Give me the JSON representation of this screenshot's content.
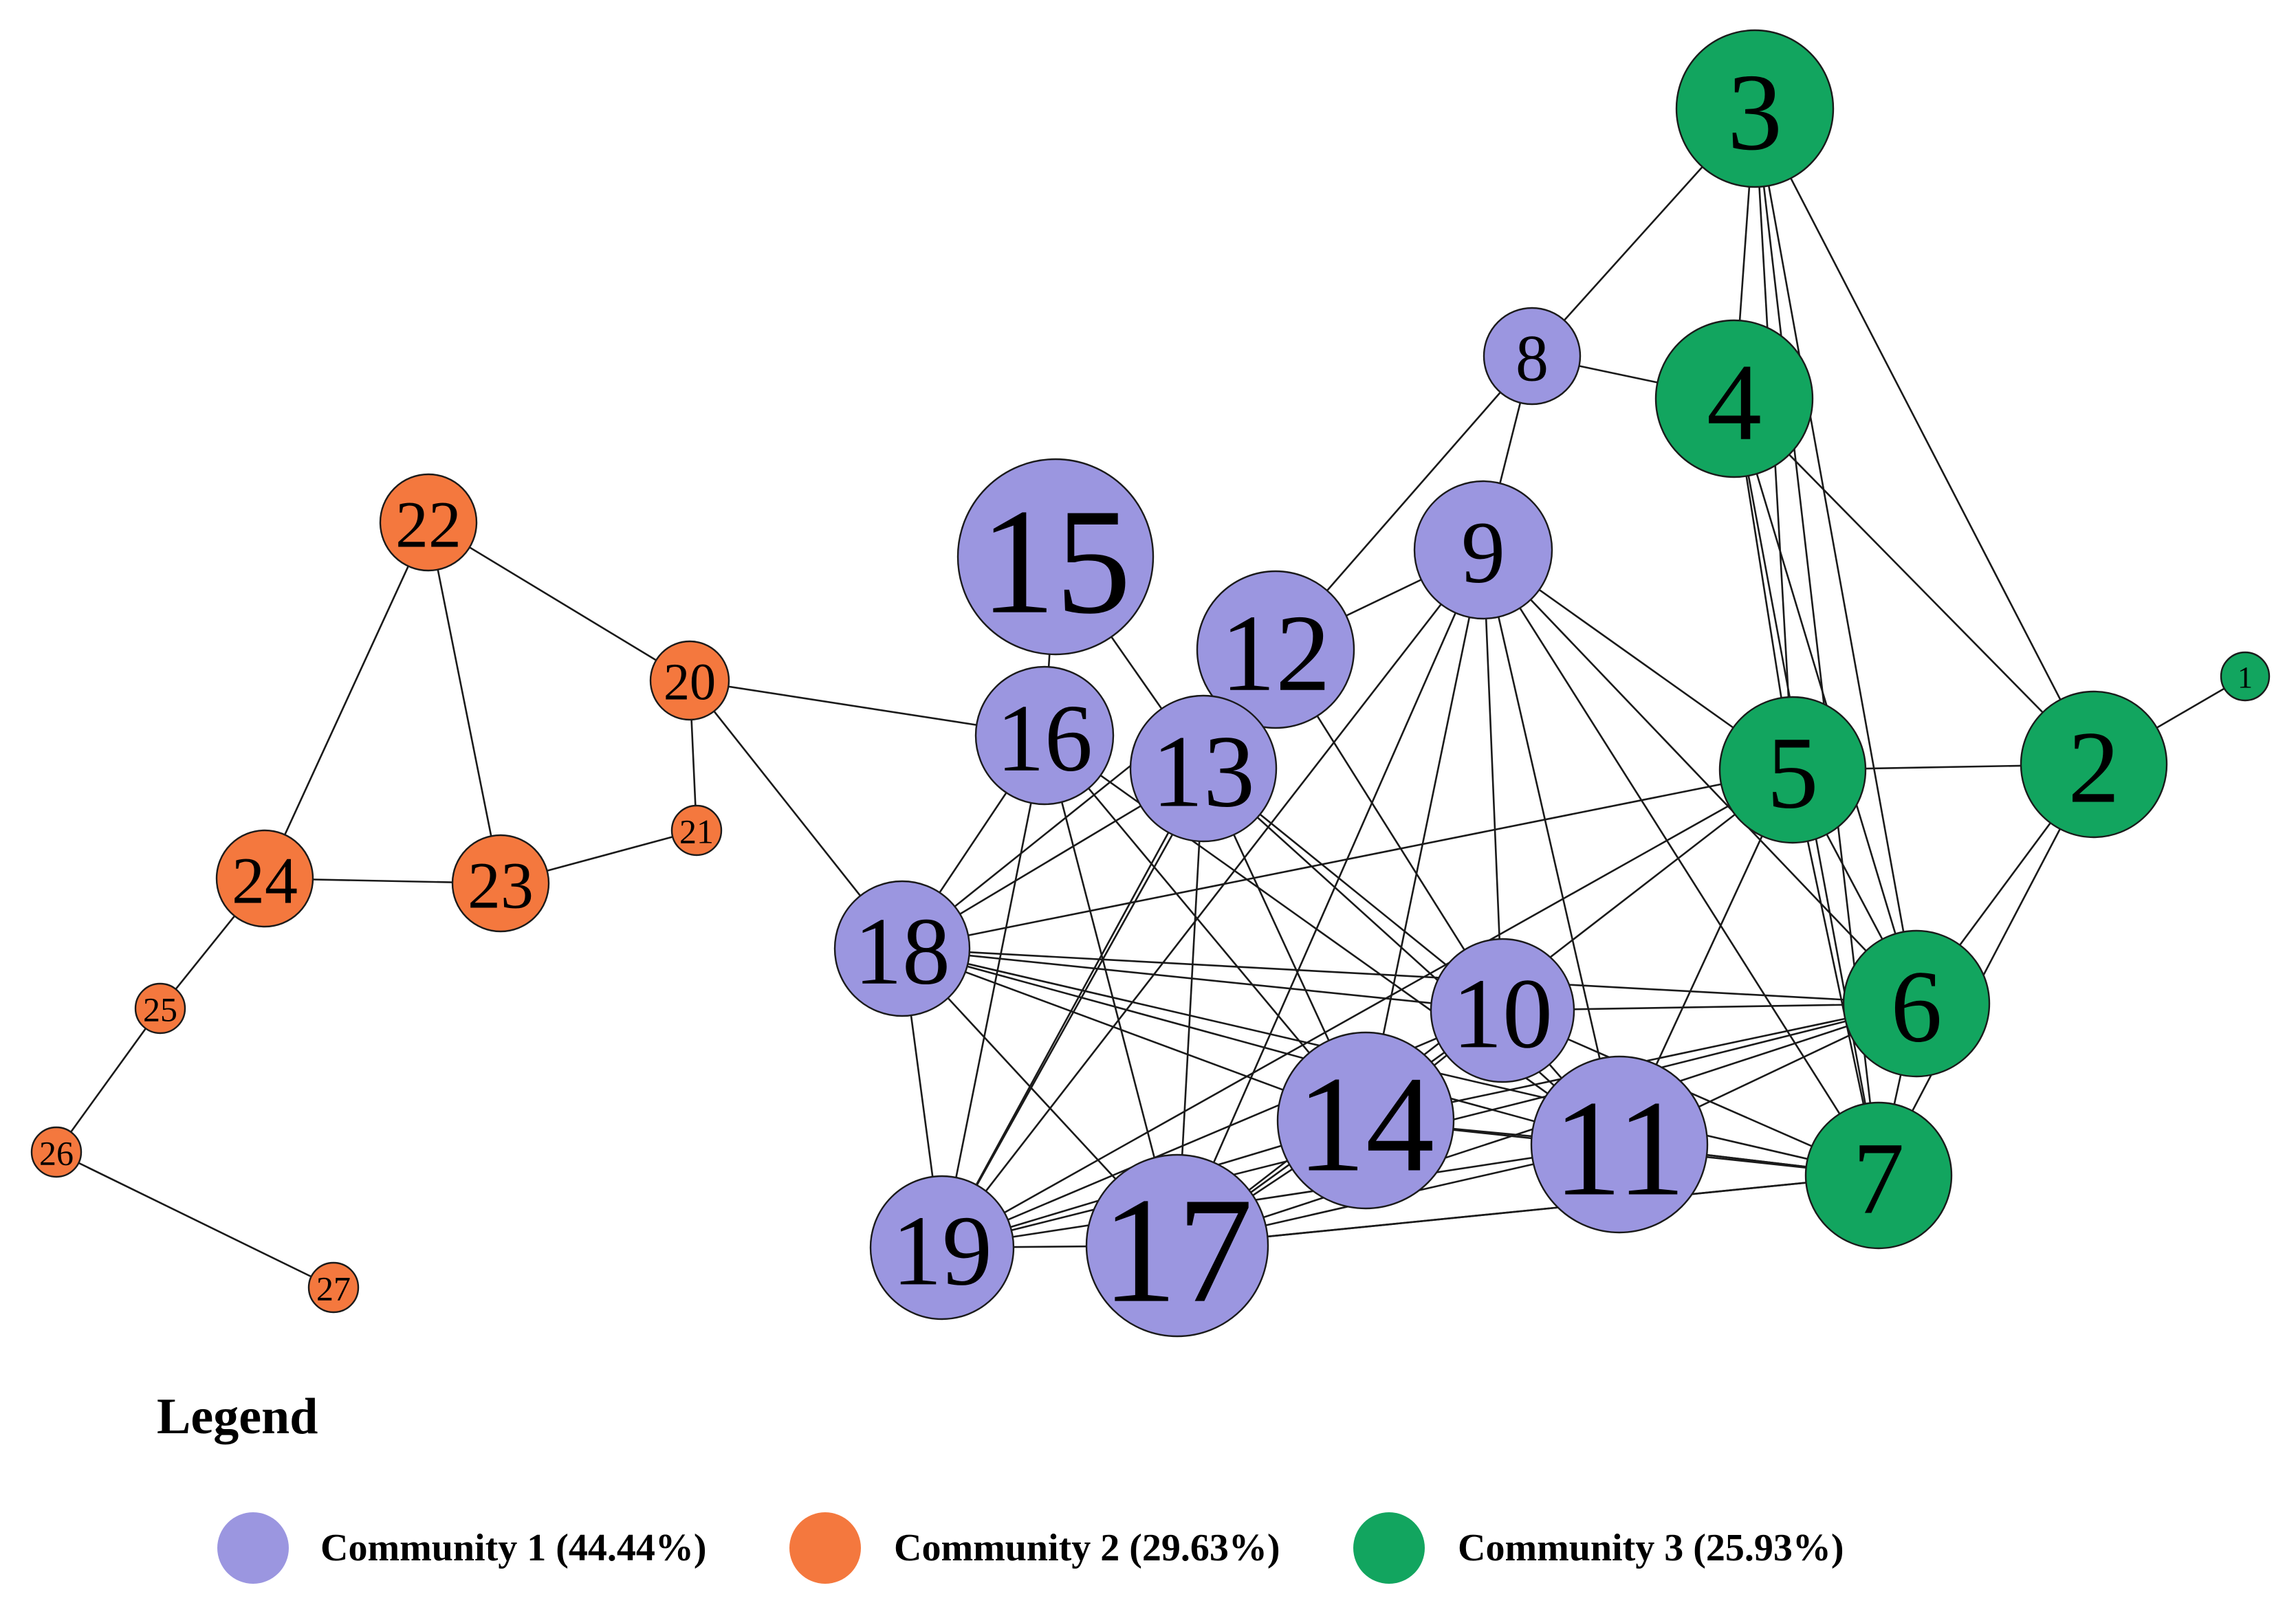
{
  "communities": [
    {
      "id": 1,
      "label": "Community 1 (44.44%)",
      "color": "#9b96e0"
    },
    {
      "id": 2,
      "label": "Community 2 (29.63%)",
      "color": "#f4783e"
    },
    {
      "id": 3,
      "label": "Community 3 (25.93%)",
      "color": "#12a55f"
    }
  ],
  "legend": {
    "title": "Legend"
  },
  "nodes": [
    {
      "id": "1",
      "community": 3
    },
    {
      "id": "2",
      "community": 3
    },
    {
      "id": "3",
      "community": 3
    },
    {
      "id": "4",
      "community": 3
    },
    {
      "id": "5",
      "community": 3
    },
    {
      "id": "6",
      "community": 3
    },
    {
      "id": "7",
      "community": 3
    },
    {
      "id": "8",
      "community": 1
    },
    {
      "id": "9",
      "community": 1
    },
    {
      "id": "10",
      "community": 1
    },
    {
      "id": "11",
      "community": 1
    },
    {
      "id": "12",
      "community": 1
    },
    {
      "id": "13",
      "community": 1
    },
    {
      "id": "14",
      "community": 1
    },
    {
      "id": "15",
      "community": 1
    },
    {
      "id": "16",
      "community": 1
    },
    {
      "id": "17",
      "community": 1
    },
    {
      "id": "18",
      "community": 1
    },
    {
      "id": "19",
      "community": 1
    },
    {
      "id": "20",
      "community": 2
    },
    {
      "id": "21",
      "community": 2
    },
    {
      "id": "22",
      "community": 2
    },
    {
      "id": "23",
      "community": 2
    },
    {
      "id": "24",
      "community": 2
    },
    {
      "id": "25",
      "community": 2
    },
    {
      "id": "26",
      "community": 2
    },
    {
      "id": "27",
      "community": 2
    }
  ],
  "edges": [
    [
      "1",
      "2"
    ],
    [
      "2",
      "3"
    ],
    [
      "2",
      "4"
    ],
    [
      "2",
      "5"
    ],
    [
      "2",
      "6"
    ],
    [
      "2",
      "7"
    ],
    [
      "3",
      "8"
    ],
    [
      "3",
      "4"
    ],
    [
      "3",
      "5"
    ],
    [
      "3",
      "6"
    ],
    [
      "3",
      "7"
    ],
    [
      "4",
      "8"
    ],
    [
      "4",
      "5"
    ],
    [
      "4",
      "6"
    ],
    [
      "4",
      "7"
    ],
    [
      "5",
      "6"
    ],
    [
      "5",
      "7"
    ],
    [
      "5",
      "18"
    ],
    [
      "5",
      "9"
    ],
    [
      "5",
      "11"
    ],
    [
      "5",
      "17"
    ],
    [
      "5",
      "19"
    ],
    [
      "6",
      "7"
    ],
    [
      "6",
      "18"
    ],
    [
      "6",
      "10"
    ],
    [
      "6",
      "11"
    ],
    [
      "6",
      "14"
    ],
    [
      "6",
      "17"
    ],
    [
      "6",
      "19"
    ],
    [
      "6",
      "9"
    ],
    [
      "7",
      "9"
    ],
    [
      "7",
      "11"
    ],
    [
      "7",
      "18"
    ],
    [
      "7",
      "10"
    ],
    [
      "7",
      "17"
    ],
    [
      "8",
      "9"
    ],
    [
      "8",
      "12"
    ],
    [
      "9",
      "12"
    ],
    [
      "9",
      "11"
    ],
    [
      "9",
      "10"
    ],
    [
      "9",
      "17"
    ],
    [
      "9",
      "19"
    ],
    [
      "9",
      "14"
    ],
    [
      "12",
      "10"
    ],
    [
      "12",
      "18"
    ],
    [
      "12",
      "19"
    ],
    [
      "12",
      "13"
    ],
    [
      "13",
      "15"
    ],
    [
      "13",
      "18"
    ],
    [
      "13",
      "19"
    ],
    [
      "13",
      "10"
    ],
    [
      "13",
      "11"
    ],
    [
      "13",
      "14"
    ],
    [
      "13",
      "17"
    ],
    [
      "15",
      "16"
    ],
    [
      "16",
      "20"
    ],
    [
      "16",
      "18"
    ],
    [
      "16",
      "19"
    ],
    [
      "16",
      "17"
    ],
    [
      "16",
      "14"
    ],
    [
      "16",
      "11"
    ],
    [
      "18",
      "20"
    ],
    [
      "18",
      "19"
    ],
    [
      "18",
      "17"
    ],
    [
      "18",
      "10"
    ],
    [
      "18",
      "11"
    ],
    [
      "18",
      "14"
    ],
    [
      "19",
      "17"
    ],
    [
      "19",
      "14"
    ],
    [
      "19",
      "10"
    ],
    [
      "19",
      "11"
    ],
    [
      "17",
      "14"
    ],
    [
      "17",
      "11"
    ],
    [
      "17",
      "10"
    ],
    [
      "17",
      "7"
    ],
    [
      "14",
      "10"
    ],
    [
      "14",
      "11"
    ],
    [
      "14",
      "7"
    ],
    [
      "10",
      "11"
    ],
    [
      "11",
      "7"
    ],
    [
      "20",
      "22"
    ],
    [
      "20",
      "21"
    ],
    [
      "21",
      "23"
    ],
    [
      "22",
      "23"
    ],
    [
      "22",
      "24"
    ],
    [
      "23",
      "24"
    ],
    [
      "24",
      "25"
    ],
    [
      "25",
      "26"
    ],
    [
      "26",
      "27"
    ]
  ]
}
